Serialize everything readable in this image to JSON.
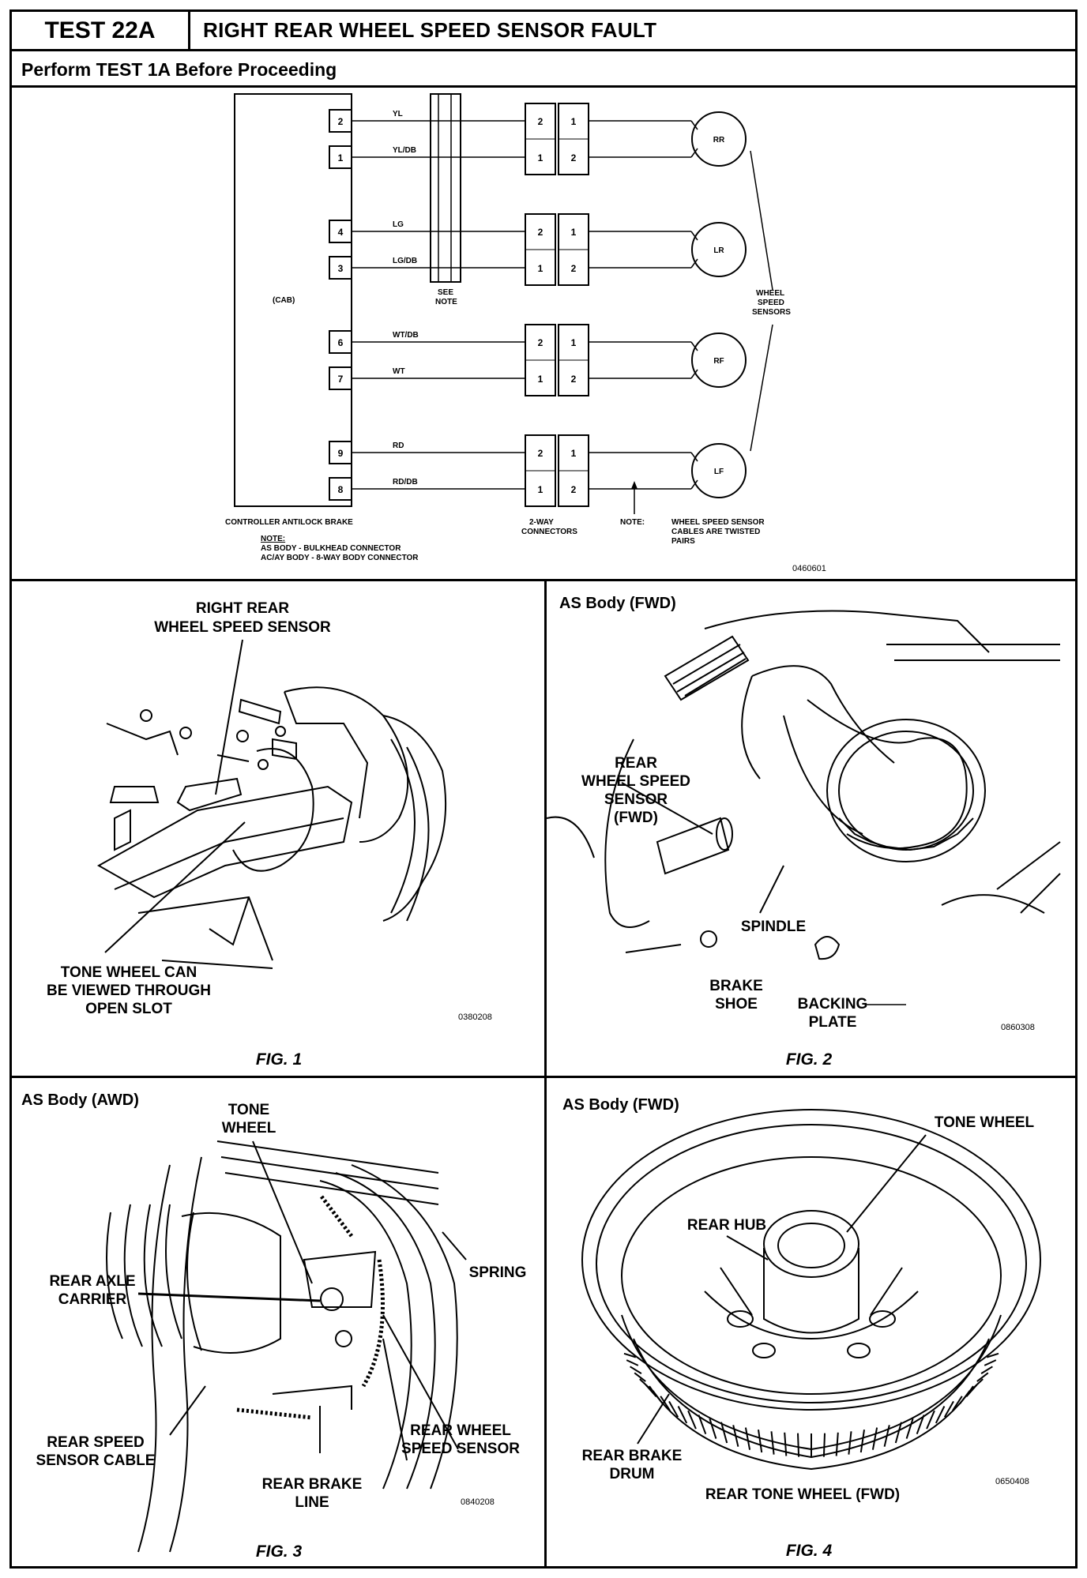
{
  "header": {
    "test_id": "TEST 22A",
    "title": "RIGHT REAR WHEEL SPEED SENSOR FAULT",
    "instruction": "Perform TEST 1A Before Proceeding"
  },
  "wiring": {
    "controller_label": "(CAB)",
    "controller_caption": "CONTROLLER ANTILOCK BRAKE",
    "see_note": [
      "SEE",
      "NOTE"
    ],
    "pins": [
      {
        "pin": "2",
        "wire": "YL"
      },
      {
        "pin": "1",
        "wire": "YL/DB"
      },
      {
        "pin": "4",
        "wire": "LG"
      },
      {
        "pin": "3",
        "wire": "LG/DB"
      },
      {
        "pin": "6",
        "wire": "WT/DB"
      },
      {
        "pin": "7",
        "wire": "WT"
      },
      {
        "pin": "9",
        "wire": "RD"
      },
      {
        "pin": "8",
        "wire": "RD/DB"
      }
    ],
    "connectors": [
      {
        "left": [
          "2",
          "1"
        ],
        "right": [
          "1",
          "2"
        ]
      },
      {
        "left": [
          "2",
          "1"
        ],
        "right": [
          "1",
          "2"
        ]
      },
      {
        "left": [
          "2",
          "1"
        ],
        "right": [
          "1",
          "2"
        ]
      },
      {
        "left": [
          "2",
          "1"
        ],
        "right": [
          "1",
          "2"
        ]
      }
    ],
    "sensors": [
      "RR",
      "LR",
      "RF",
      "LF"
    ],
    "sensors_group_label": [
      "WHEEL",
      "SPEED",
      "SENSORS"
    ],
    "connectors_caption": [
      "2-WAY",
      "CONNECTORS"
    ],
    "note_short": "NOTE:",
    "note_cables": [
      "WHEEL SPEED SENSOR",
      "CABLES ARE TWISTED",
      "PAIRS"
    ],
    "note_lines": [
      "NOTE:",
      "AS BODY - BULKHEAD CONNECTOR",
      "AC/AY BODY - 8-WAY BODY CONNECTOR"
    ],
    "code": "0460601"
  },
  "fig1": {
    "label_top": [
      "RIGHT REAR",
      "WHEEL SPEED SENSOR"
    ],
    "label_bottom": [
      "TONE WHEEL CAN",
      "BE VIEWED THROUGH",
      "OPEN SLOT"
    ],
    "code": "0380208",
    "caption": "FIG. 1"
  },
  "fig2": {
    "heading": "AS Body (FWD)",
    "label_sensor": [
      "REAR",
      "WHEEL SPEED",
      "SENSOR",
      "(FWD)"
    ],
    "label_spindle": "SPINDLE",
    "label_shoe": [
      "BRAKE",
      "SHOE"
    ],
    "label_plate": [
      "BACKING",
      "PLATE"
    ],
    "code": "0860308",
    "caption": "FIG. 2"
  },
  "fig3": {
    "heading": "AS Body (AWD)",
    "label_tone": [
      "TONE",
      "WHEEL"
    ],
    "label_spring": "SPRING",
    "label_carrier": [
      "REAR AXLE",
      "CARRIER"
    ],
    "label_cable": [
      "REAR SPEED",
      "SENSOR CABLE"
    ],
    "label_line": [
      "REAR BRAKE",
      "LINE"
    ],
    "label_sensor": [
      "REAR WHEEL",
      "SPEED SENSOR"
    ],
    "code": "0840208",
    "caption": "FIG. 3"
  },
  "fig4": {
    "heading": "AS Body (FWD)",
    "label_tone": "TONE WHEEL",
    "label_hub": "REAR HUB",
    "label_drum": [
      "REAR BRAKE",
      "DRUM"
    ],
    "subtitle": "REAR TONE WHEEL (FWD)",
    "code": "0650408",
    "caption": "FIG. 4"
  }
}
